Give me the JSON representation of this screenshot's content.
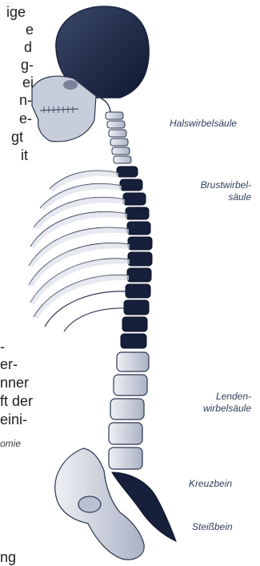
{
  "left_text_fragments": [
    "ige",
    "e",
    "d",
    "g-",
    "ei",
    "n-",
    "e-",
    "gt",
    "it",
    "-",
    "er-",
    "nner",
    "ft der",
    "eini-",
    "omie",
    "ng"
  ],
  "labels": {
    "halswirbelsaeule": "Halswirbelsäule",
    "brustwirbel_line1": "Brustwirbel-",
    "brustwirbel_line2": "säule",
    "lenden_line1": "Lenden-",
    "lenden_line2": "wirbelsäule",
    "kreuzbein": "Kreuzbein",
    "steissbein": "Steißbein"
  },
  "colors": {
    "bone": "#d9dde6",
    "bone_shade": "#8d96ab",
    "dark_bone": "#16203a",
    "outline": "#2a3550",
    "label": "#30405a"
  }
}
